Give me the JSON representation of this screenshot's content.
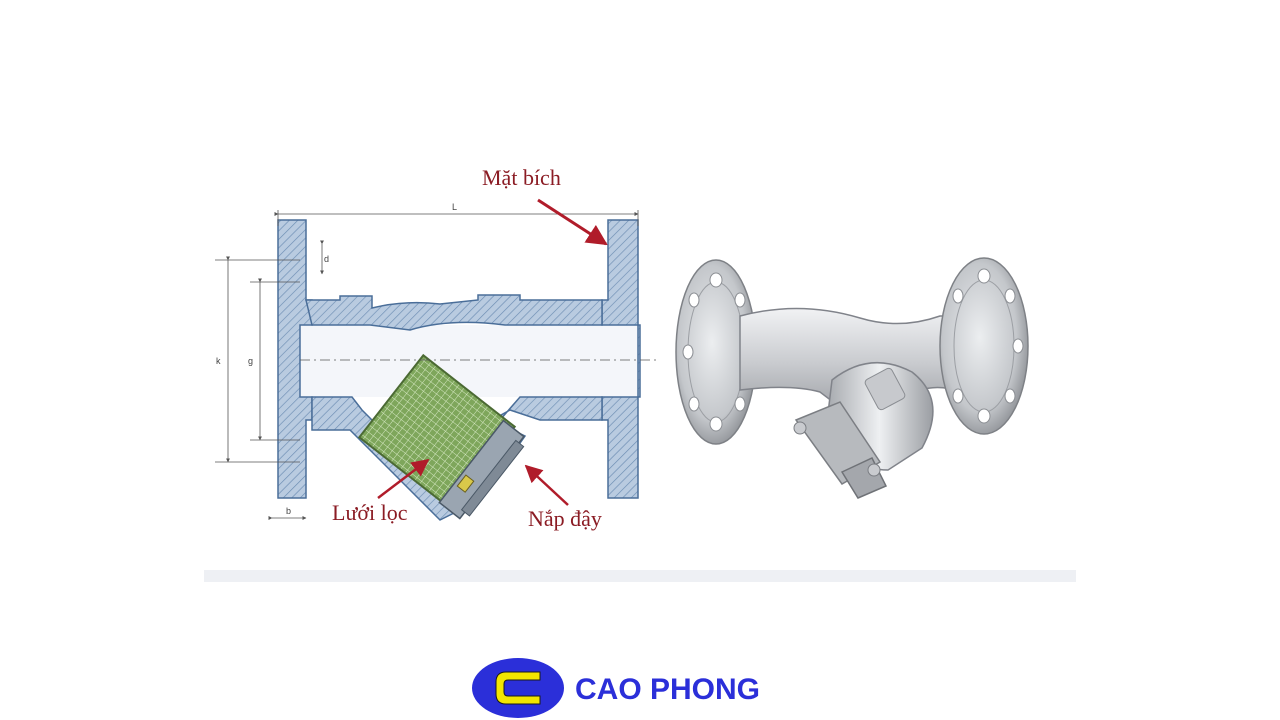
{
  "diagram": {
    "callouts": {
      "flange": "Mặt bích",
      "screen": "Lưới lọc",
      "cap": "Nắp đậy"
    },
    "dimensions": {
      "L": "L",
      "d": "d",
      "k": "k",
      "g": "g",
      "b": "b"
    }
  },
  "logo": {
    "letter": "C",
    "name": "CAO PHONG"
  },
  "colors": {
    "callout_text": "#8b1c24",
    "arrow": "#b01c2a",
    "section_fill": "#a9bdd6",
    "section_hatch": "#5b7ea6",
    "screen_fill": "#6f9a4f",
    "logo_blue": "#2b2fd9",
    "logo_yellow": "#f2e600",
    "steel_light": "#dcdde0",
    "steel_dark": "#8e9096"
  }
}
